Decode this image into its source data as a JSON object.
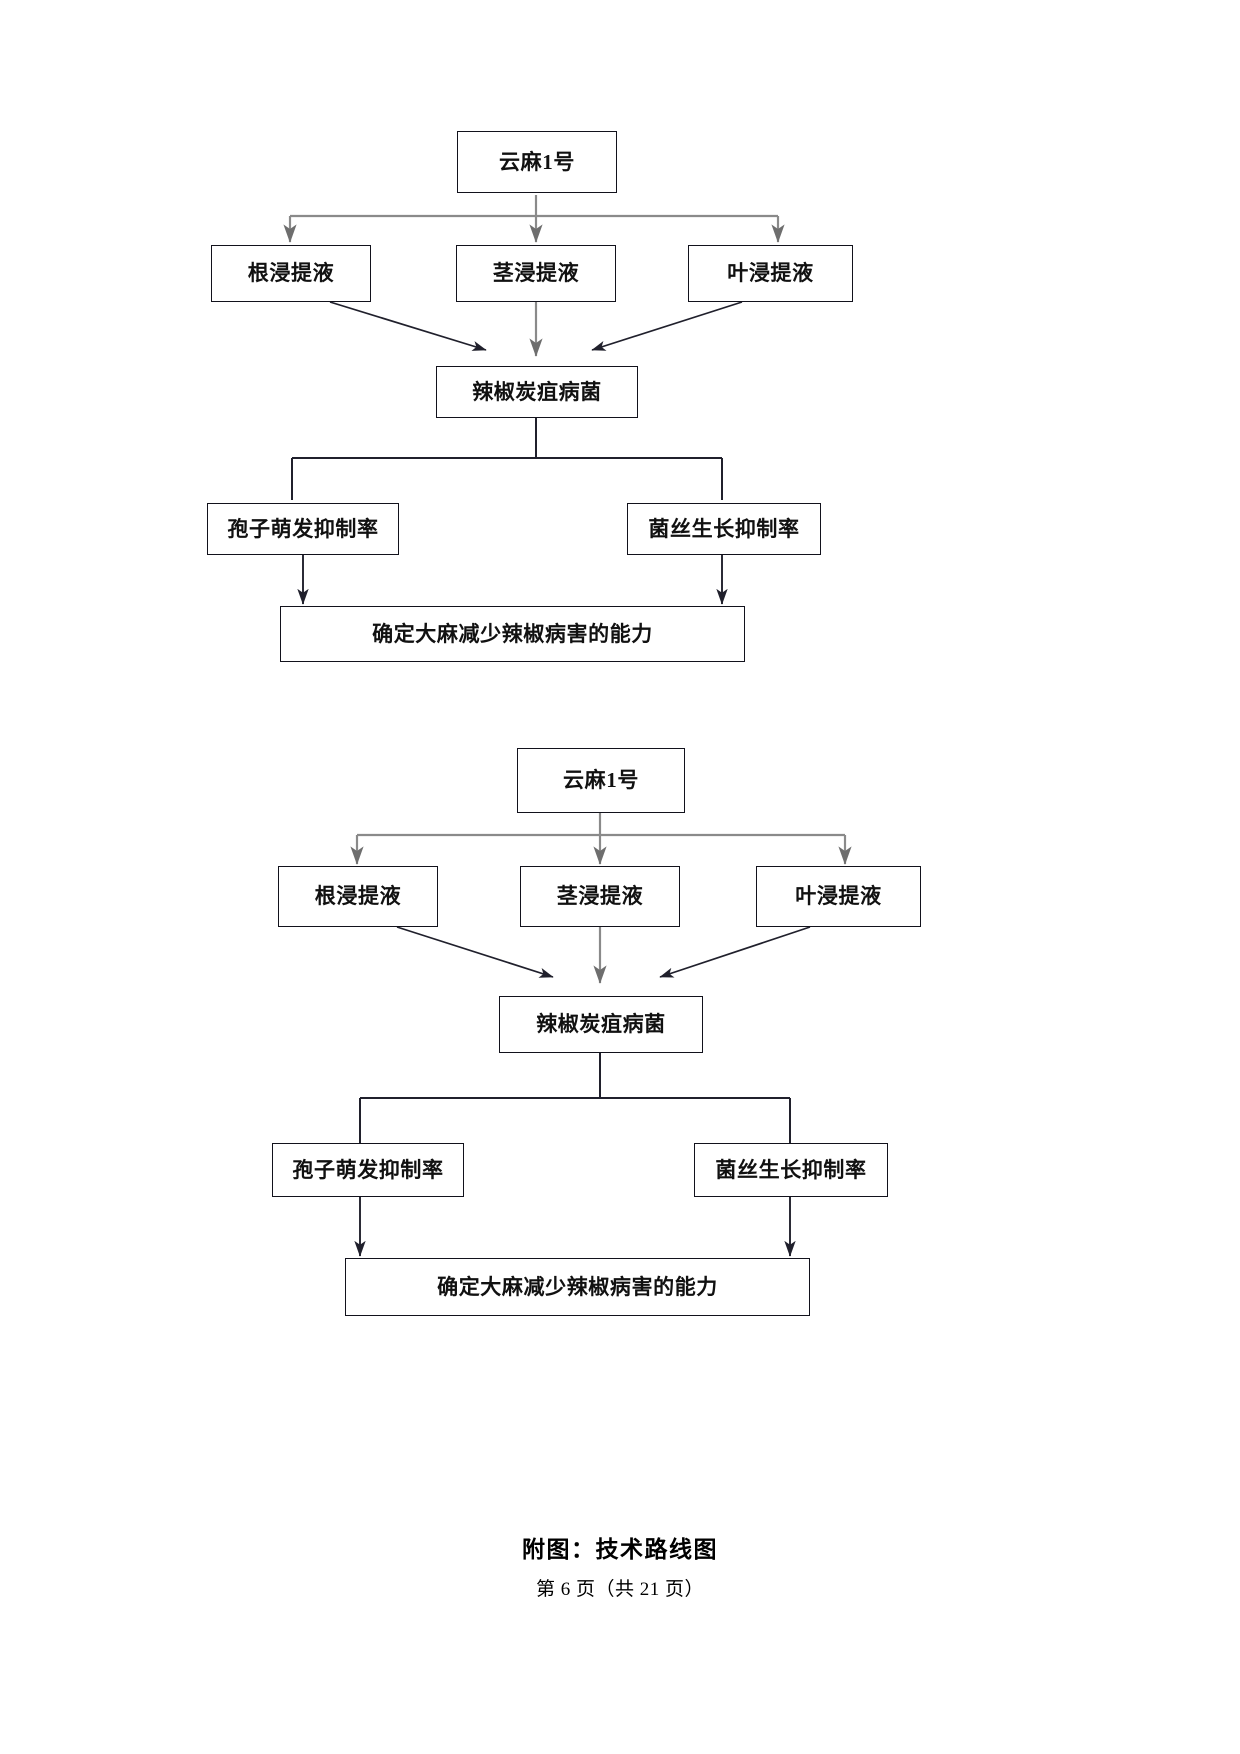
{
  "document": {
    "page_caption": "附图：技术路线图",
    "page_number_line": "第 6 页（共 21 页）",
    "background_color": "#ffffff",
    "line_color": "#12121c",
    "connector_gray": "#808080",
    "text_color": "#111111"
  },
  "diagrams": [
    {
      "id": "technical-route-diagram-1",
      "nodes": {
        "source": "云麻1号",
        "extract_root": "根浸提液",
        "extract_stem": "茎浸提液",
        "extract_leaf": "叶浸提液",
        "pathogen": "辣椒炭疽病菌",
        "metric_spore": "孢子萌发抑制率",
        "metric_mycelium": "菌丝生长抑制率",
        "conclusion": "确定大麻减少辣椒病害的能力"
      }
    },
    {
      "id": "technical-route-diagram-2",
      "nodes": {
        "source": "云麻1号",
        "extract_root": "根浸提液",
        "extract_stem": "茎浸提液",
        "extract_leaf": "叶浸提液",
        "pathogen": "辣椒炭疽病菌",
        "metric_spore": "孢子萌发抑制率",
        "metric_mycelium": "菌丝生长抑制率",
        "conclusion": "确定大麻减少辣椒病害的能力"
      }
    }
  ]
}
